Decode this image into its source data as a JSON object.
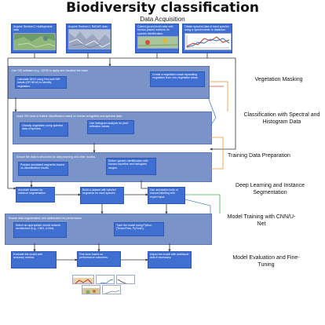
{
  "header": {
    "title": "Biodiversity classification",
    "subtitle": "Data Acquisition"
  },
  "acquisition": {
    "boxes": [
      "Acquire Sentinel-2 multispectral data",
      "Acquire Sentinel-1 RADAR data.",
      "Collect ground truth data with human-placed markers for species identification.",
      "Obtain spectral data of each species using a spectrometer or database."
    ]
  },
  "masking": {
    "panel_text": "Use GIS software (e.g., QGIS) to apply and visualize the mask.",
    "box_left": "Calculate NDVI using Red and NIR bands (OR NDVI) to identify vegetation.",
    "box_right": "Create a vegetation mask separating vegetation from non-vegetative areas.",
    "side_label": "Vegetation Masking"
  },
  "classification": {
    "panel_text": "Apply GIS tools to finalize classification based on human recognition and spectral data.",
    "box_left": "Classify vegetation using spectral data of species.",
    "box_right": "Use histogram analysis for pixel reflection values.",
    "side_label": "Classification with Spectral and Histogram Data"
  },
  "training_prep": {
    "panel_text": "Ensure the data is structured for deep learning and other models.",
    "box_left": "Prepare annotated segments based on classification results.",
    "box_right": "Refine species identification with human expertise and histogram ranges.",
    "side_label": "Training Data Preparation"
  },
  "segmentation": {
    "boxes": [
      "Annotate dataset for instance segmentation.",
      "Build a dataset with labeled segments for each species.",
      "Use annotation tools or manual labeling with expert input."
    ],
    "side_label": "Deep Learning and Instance Segmentation"
  },
  "model_training": {
    "panel_text": "Ensure data augmentation and optimization for performance.",
    "box_left": "Select an appropriate neural network architecture (e.g., CNN, U-Net).",
    "box_right": "Train the model using Python (TensorFlow, PyTorch).",
    "side_label": "Model Training with CNN/U-Net"
  },
  "evaluation": {
    "boxes": [
      "Evaluate the model with accuracy metrics.",
      "Fine-tune based on performance outcomes.",
      "Adjust the model with additional data if necessary."
    ],
    "side_label": "Model Evaluation and Fine-Tuning"
  },
  "colors": {
    "panel": "#7a93c9",
    "box": "#3f6fd0",
    "arrow_dark": "#333333",
    "arrow_orange": "#e8903a",
    "arrow_green": "#3fae5a",
    "arrow_blue": "#4f86c6",
    "arrow_red": "#d04a3a"
  },
  "icons": [
    "satellite-image-thumbnail",
    "radar-image-thumbnail",
    "field-photo-thumbnail",
    "spectral-chart-thumbnail"
  ]
}
